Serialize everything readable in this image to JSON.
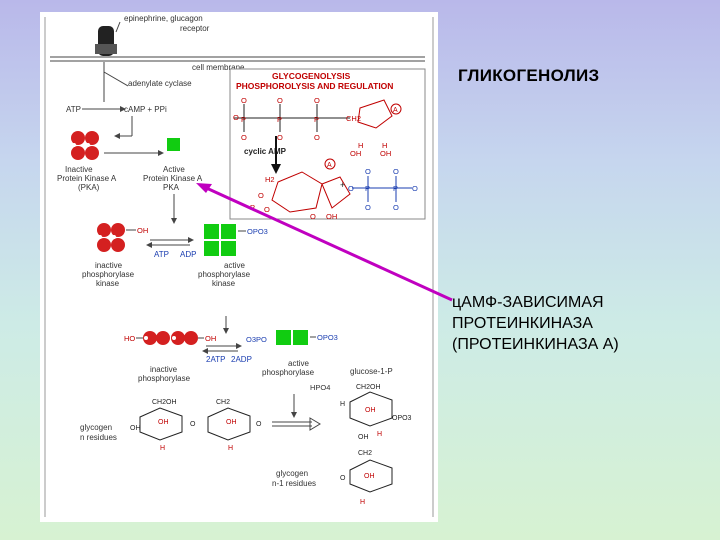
{
  "slide": {
    "title": "ГЛИКОГЕНОЛИЗ",
    "callout_lines": [
      "цАМФ-ЗАВИСИМАЯ",
      "ПРОТЕИНКИНАЗА",
      "(ПРОТЕИНКИНАЗА А)"
    ],
    "arrow_color": "#c000c0"
  },
  "figure": {
    "hormone_label_1": "epinephrine, glucagon",
    "hormone_label_2": "receptor",
    "membrane_label": "cell membrane",
    "cyclase_label": "adenylate cyclase",
    "atp_label": "ATP",
    "camp_label": "cAMP + PPi",
    "header_line1": "GLYCOGENOLYSIS",
    "header_line2": "PHOSPHOROLYSIS AND REGULATION",
    "cyclic_amp_label": "cyclic AMP",
    "inactive_pka": [
      "Inactive",
      "Protein Kinase A",
      "(PKA)"
    ],
    "active_pka": [
      "Active",
      "Protein Kinase A",
      "PKA"
    ],
    "atp_adp_1": [
      "ATP",
      "ADP"
    ],
    "opo3_label": "OPO3",
    "inactive_kinase": [
      "inactive",
      "phosphorylase",
      "kinase"
    ],
    "active_kinase": [
      "active",
      "phosphorylase",
      "kinase"
    ],
    "atp_adp_2": [
      "2ATP",
      "2ADP"
    ],
    "inactive_phosphorylase": [
      "inactive",
      "phosphorylase"
    ],
    "active_phosphorylase": [
      "active",
      "phosphorylase"
    ],
    "glucose1p_label": "glucose-1-P",
    "glycogen_residues": [
      "glycogen",
      "n residues"
    ],
    "glycogen_n1": [
      "glycogen",
      "n-1 residues"
    ],
    "ho_label": "HO",
    "oh_label": "OH",
    "hpo4_label": "HPO4"
  }
}
